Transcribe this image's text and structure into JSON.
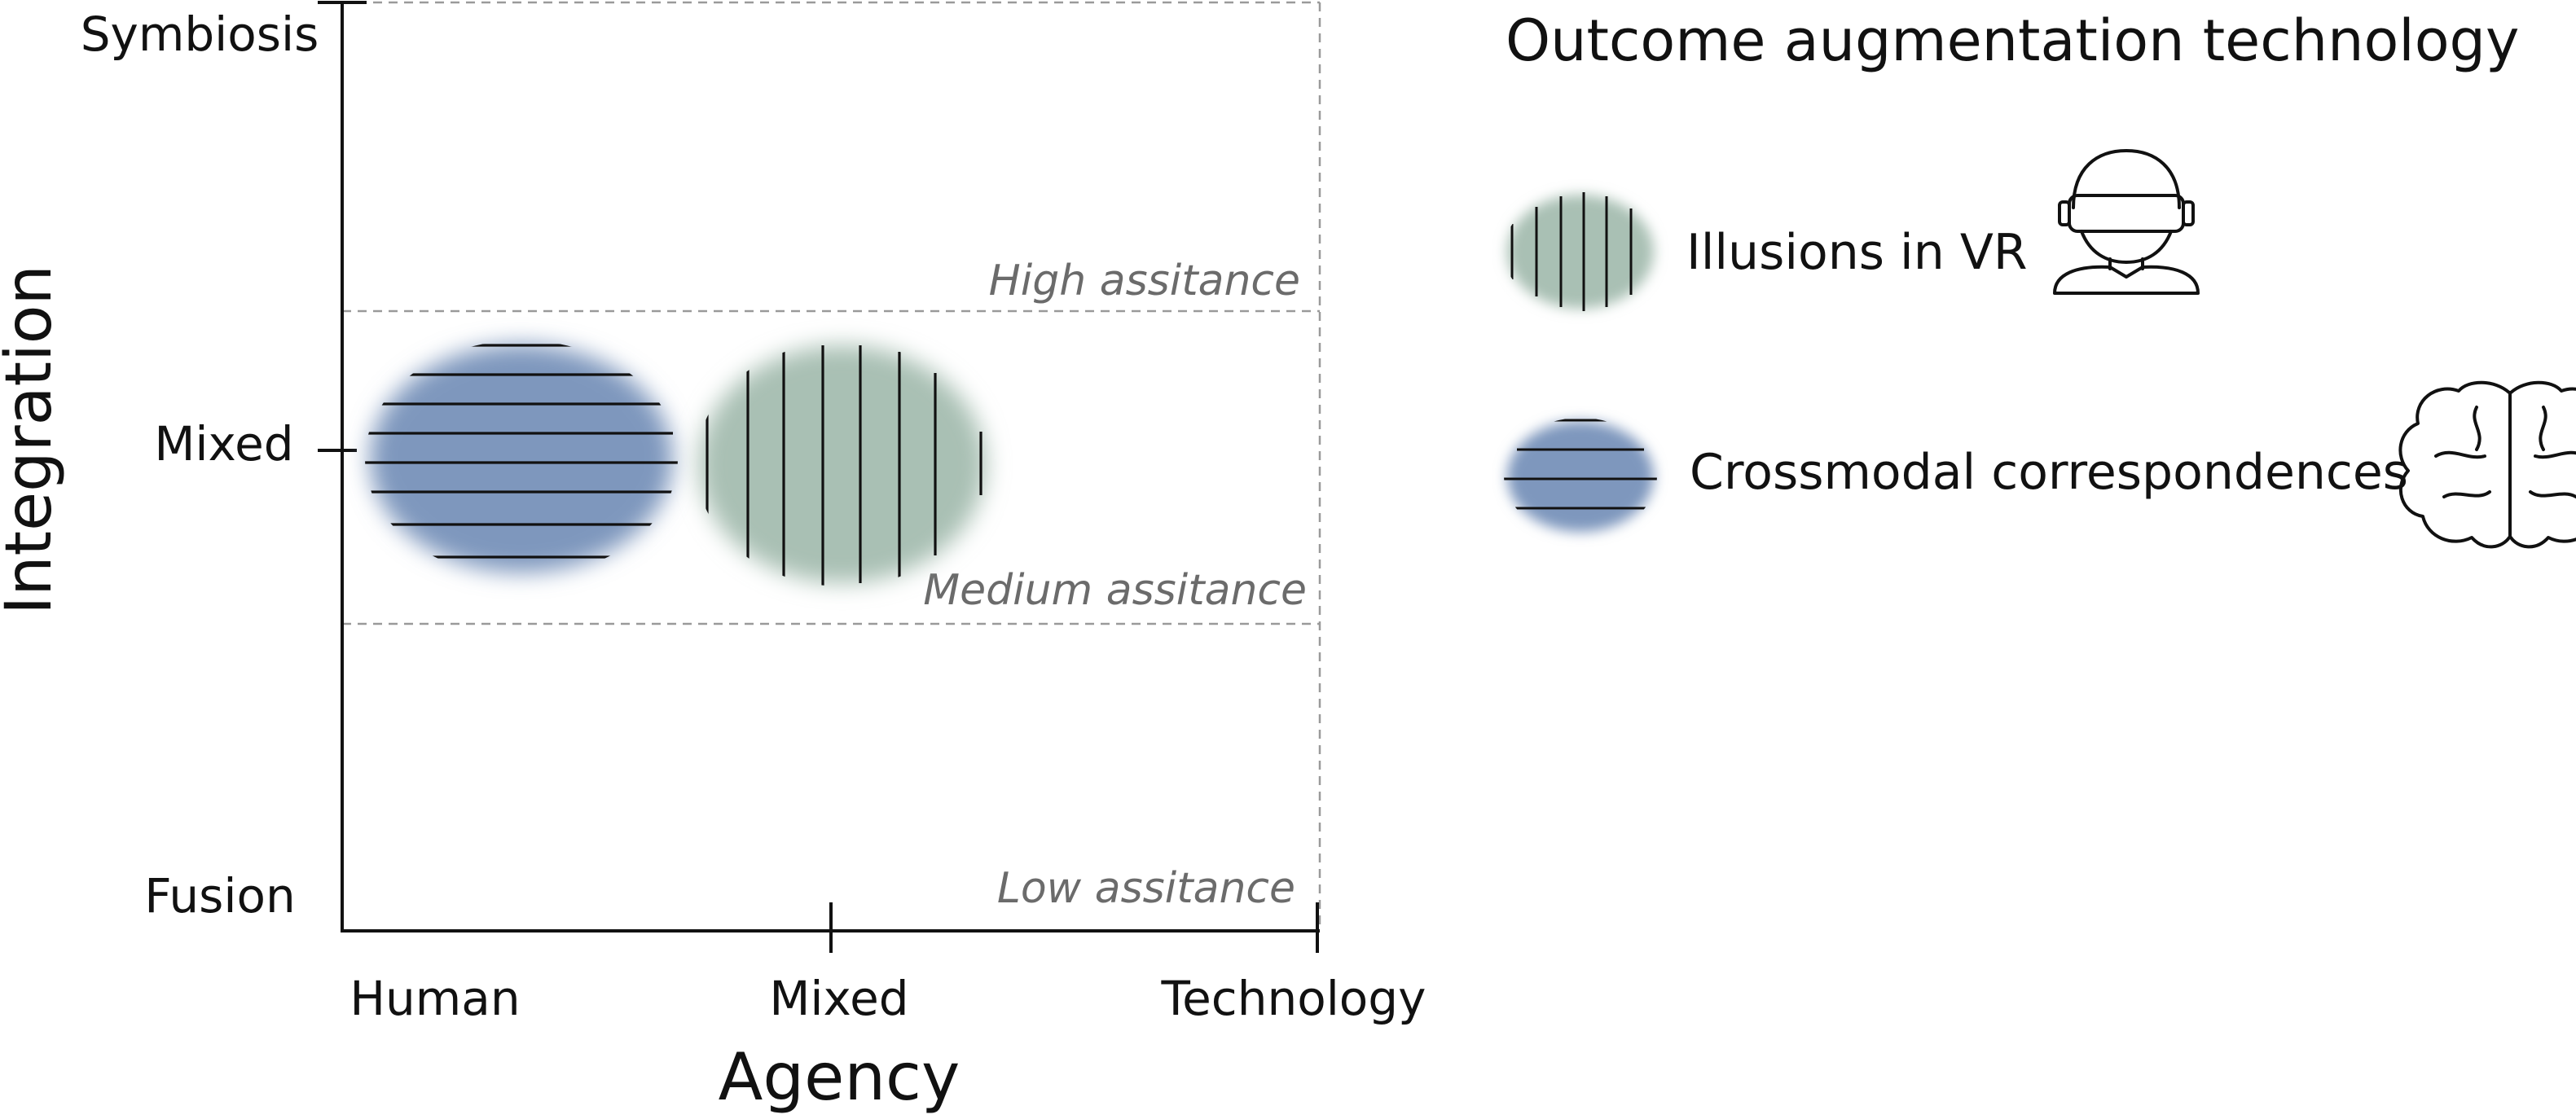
{
  "figure": {
    "y_axis": {
      "title": "Integration",
      "ticks": [
        "Symbiosis",
        "Mixed",
        "Fusion"
      ]
    },
    "x_axis": {
      "title": "Agency",
      "ticks": [
        "Human",
        "Mixed",
        "Technology"
      ]
    },
    "assistance_levels": [
      "High assitance",
      "Medium assitance",
      "Low assitance"
    ],
    "regions": [
      {
        "name": "Crossmodal correspondences",
        "pattern": "horizontal",
        "color": "#7e97bd"
      },
      {
        "name": "Illusions in VR",
        "pattern": "vertical",
        "color": "#a9c0b4"
      }
    ]
  },
  "legend": {
    "title": "Outcome augmentation technology",
    "items": [
      {
        "label": "Illusions in VR",
        "pattern": "vertical",
        "color": "#a9c0b4",
        "icon": "vr-headset-user-icon"
      },
      {
        "label": "Crossmodal correspondences",
        "pattern": "horizontal",
        "color": "#7e97bd",
        "icon": "brain-icon"
      }
    ]
  }
}
